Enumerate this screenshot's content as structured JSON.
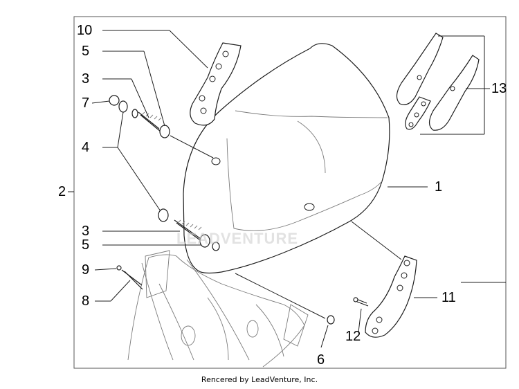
{
  "callouts": {
    "c10": "10",
    "c5a": "5",
    "c3a": "3",
    "c7": "7",
    "c4": "4",
    "c2": "2",
    "c3b": "3",
    "c5b": "5",
    "c9": "9",
    "c8": "8",
    "c1": "1",
    "c13": "13",
    "c11": "11",
    "c12": "12",
    "c6": "6"
  },
  "watermark": "LEADVENTURE",
  "footer": "Rencered by LeadVenture, Inc.",
  "colors": {
    "line": "#1c1c1c",
    "frame": "#555555",
    "watermark": "#cfcfcf"
  }
}
